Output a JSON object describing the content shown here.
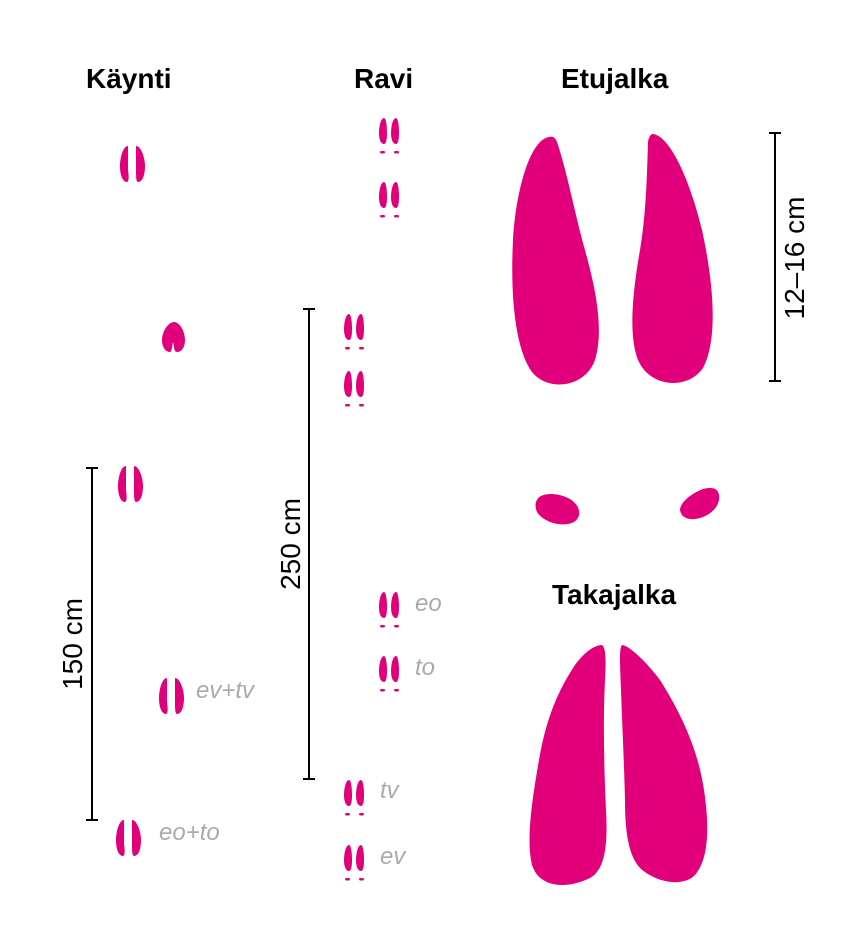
{
  "headings": {
    "walk": "Käynti",
    "trot": "Ravi",
    "front_foot": "Etujalka",
    "hind_foot": "Takajalka"
  },
  "measures": {
    "walk_stride": "150 cm",
    "trot_stride": "250 cm",
    "hoof_length": "12–16 cm"
  },
  "walk_labels": {
    "ev_tv": "ev+tv",
    "eo_to": "eo+to"
  },
  "trot_labels": {
    "eo": "eo",
    "to": "to",
    "tv": "tv",
    "ev": "ev"
  },
  "colors": {
    "hoof": "#e2007a",
    "label": "#aaaaaa",
    "line": "#000000"
  }
}
